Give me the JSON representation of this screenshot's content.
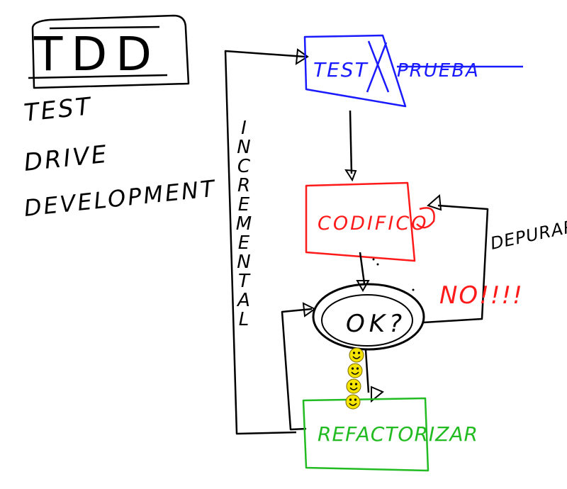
{
  "title": "TDD",
  "subtitle_lines": [
    "TEST",
    "DRIVE",
    "DEVELOPMENT"
  ],
  "loop_label": "INCREMENTAL",
  "nodes": {
    "test": {
      "label": "TEST",
      "extra": "PRUEBA",
      "color": "#1a1aff"
    },
    "code": {
      "label": "CODIFICO",
      "color": "#ff1a1a"
    },
    "ok": {
      "label": "OK?",
      "color": "#000000"
    },
    "refactor": {
      "label": "REFACTORIZAR",
      "color": "#22bb22"
    }
  },
  "edges": {
    "no": {
      "label": "NO!!!!",
      "color": "#ff1a1a"
    },
    "debug": {
      "label": "DEPURAR"
    }
  },
  "icons": [
    "smiley-icon",
    "smiley-icon",
    "smiley-icon",
    "smiley-icon"
  ]
}
